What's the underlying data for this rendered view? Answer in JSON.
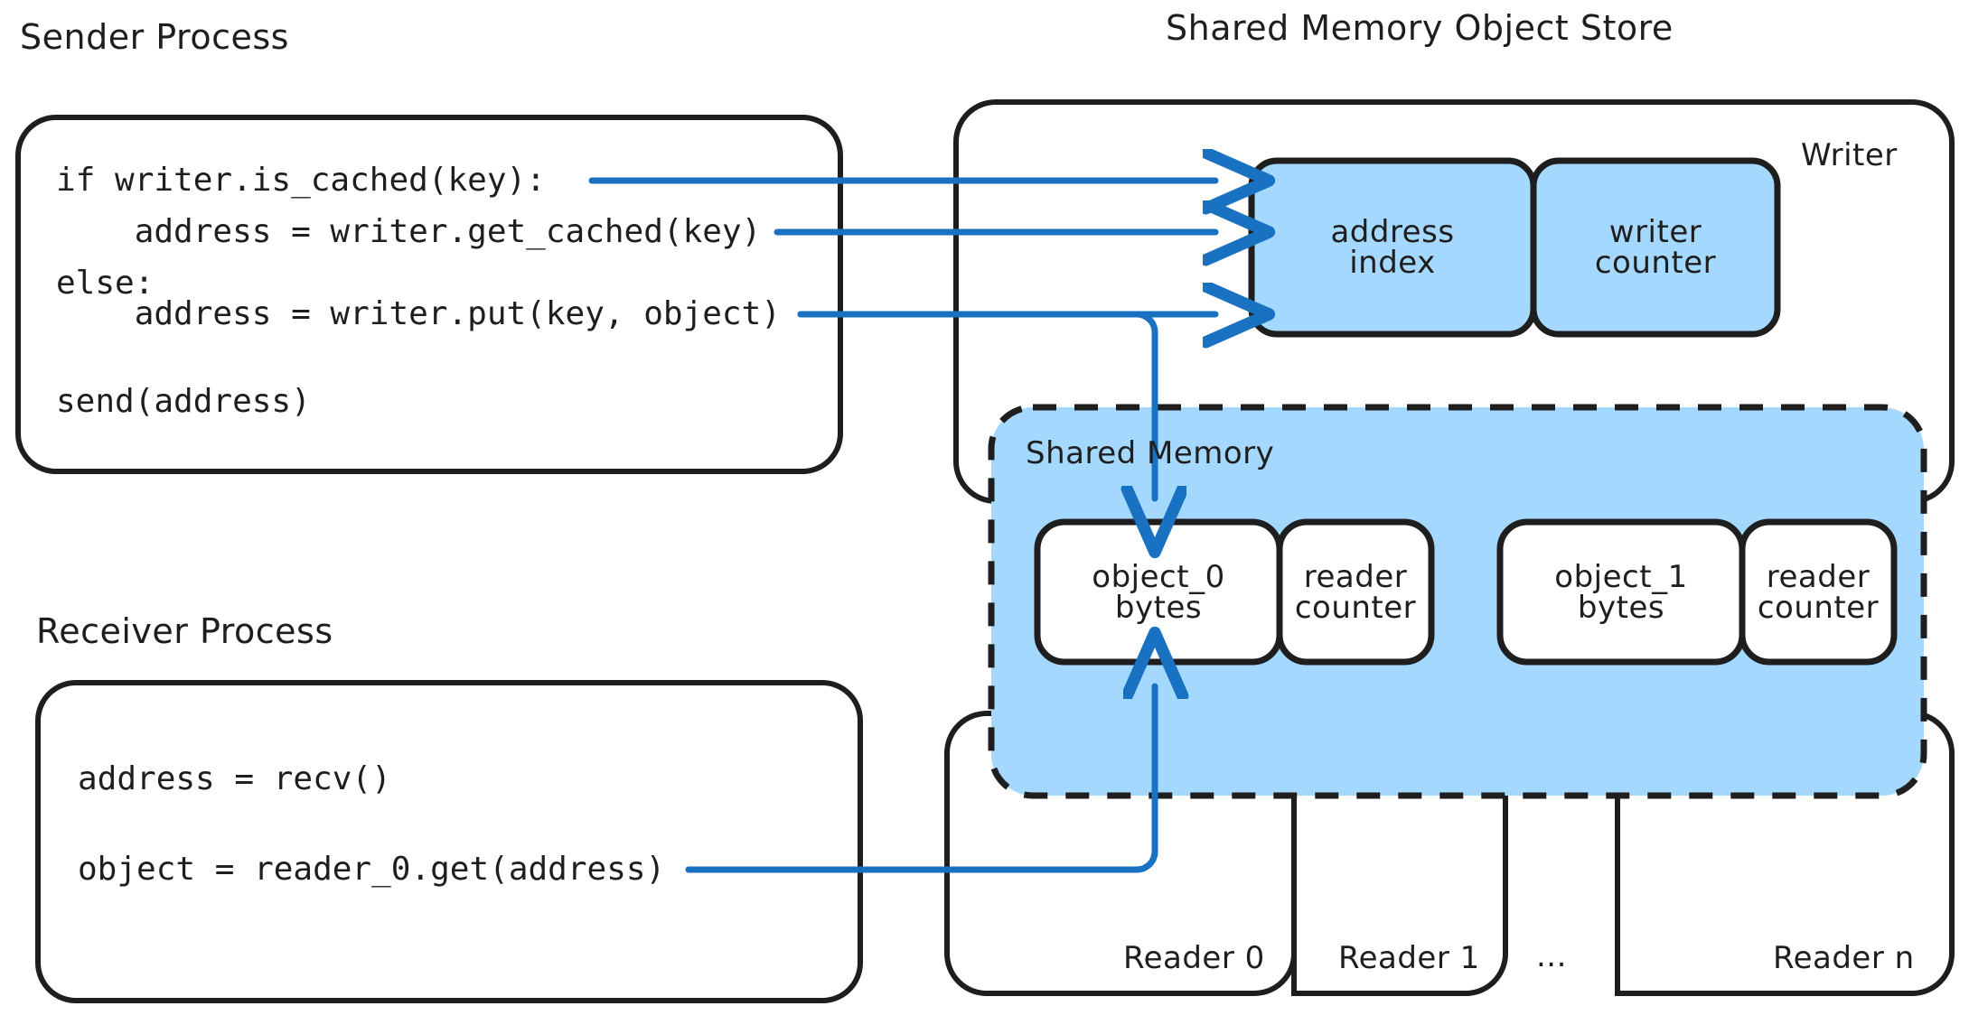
{
  "diagram": {
    "title_sender": "Sender Process",
    "title_receiver": "Receiver Process",
    "title_store": "Shared Memory Object Store",
    "colors": {
      "stroke": "#1e1e1e",
      "arrow": "#1971c2",
      "fill_blue": "#a5d8ff",
      "background": "#ffffff"
    }
  },
  "sender_process": {
    "label": "Sender Process",
    "code_lines": [
      "if writer.is_cached(key):",
      "    address = writer.get_cached(key)",
      "else:",
      "    address = writer.put(key, object)",
      "",
      "send(address)"
    ]
  },
  "receiver_process": {
    "label": "Receiver Process",
    "code_lines": [
      "address = recv()",
      "",
      "object = reader_0.get(address)"
    ]
  },
  "store": {
    "label": "Shared Memory Object Store",
    "writer": {
      "label": "Writer",
      "slots": [
        {
          "line1": "address",
          "line2": "index"
        },
        {
          "line1": "writer",
          "line2": "counter"
        }
      ]
    },
    "shared_memory": {
      "label": "Shared Memory",
      "objects": [
        {
          "data": {
            "line1": "object_0",
            "line2": "bytes"
          },
          "counter": {
            "line1": "reader",
            "line2": "counter"
          }
        },
        {
          "data": {
            "line1": "object_1",
            "line2": "bytes"
          },
          "counter": {
            "line1": "reader",
            "line2": "counter"
          }
        }
      ]
    },
    "readers": [
      {
        "label": "Reader 0"
      },
      {
        "label": "Reader 1"
      },
      {
        "label": "..."
      },
      {
        "label": "Reader n"
      }
    ]
  },
  "arrows": [
    {
      "name": "is-cached-to-address-index",
      "from": "if writer.is_cached(key):",
      "to": "address index"
    },
    {
      "name": "get-cached-to-address-index",
      "from": "address = writer.get_cached(key)",
      "to": "address index"
    },
    {
      "name": "put-to-address-index",
      "from": "address = writer.put(key, object)",
      "to": "address index"
    },
    {
      "name": "put-to-object-0",
      "from": "address = writer.put(key, object)",
      "to": "object_0 bytes"
    },
    {
      "name": "reader-get-to-object-0",
      "from": "object = reader_0.get(address)",
      "to": "object_0 bytes"
    }
  ]
}
